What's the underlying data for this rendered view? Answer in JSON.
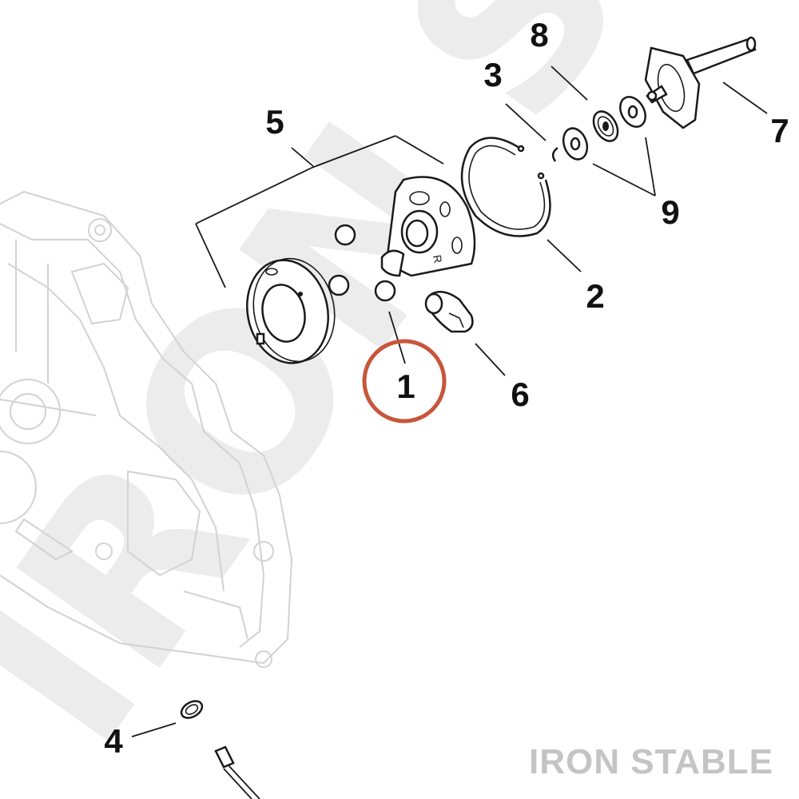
{
  "watermark": {
    "text": "IRON STABLE"
  },
  "brand": {
    "text": "IRON STABLE",
    "color": "#c4c4c4"
  },
  "callouts": [
    {
      "id": "1",
      "label": "1",
      "highlighted": true
    },
    {
      "id": "2",
      "label": "2"
    },
    {
      "id": "3",
      "label": "3"
    },
    {
      "id": "4",
      "label": "4"
    },
    {
      "id": "5",
      "label": "5"
    },
    {
      "id": "6",
      "label": "6"
    },
    {
      "id": "7",
      "label": "7"
    },
    {
      "id": "8",
      "label": "8"
    },
    {
      "id": "9",
      "label": "9"
    }
  ],
  "colors": {
    "highlight_ring": "#c8553a",
    "line_art": "#1a1a1a",
    "ghost_art": "#d2d2d2"
  }
}
